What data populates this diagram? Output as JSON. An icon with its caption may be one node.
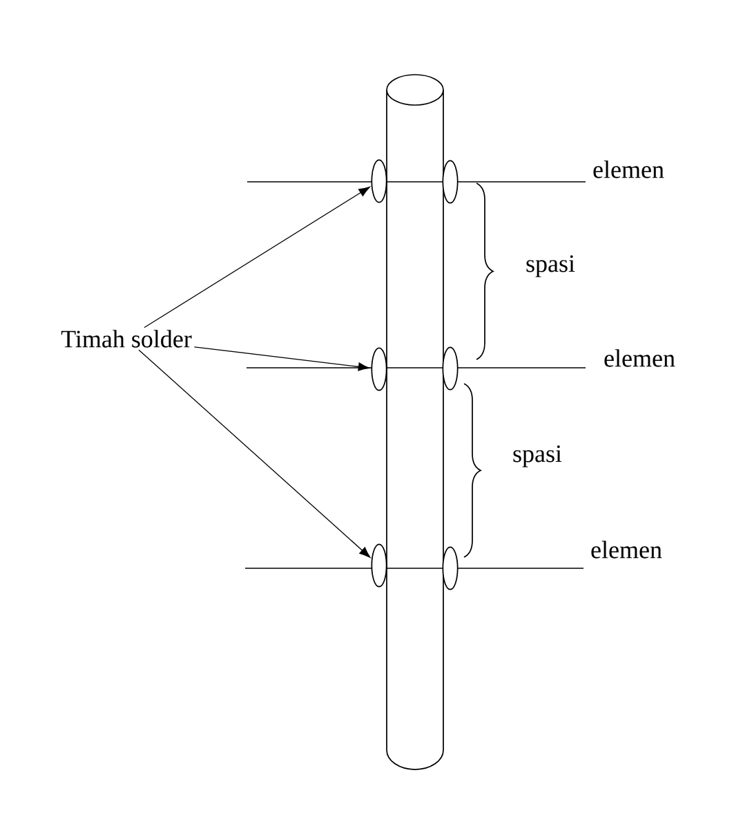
{
  "diagram": {
    "nodes": [
      {
        "text": [
          "Timah solder"
        ]
      },
      {
        "text": [],
        "shape": "bump"
      },
      {
        "text": [],
        "shape": "bump"
      },
      {
        "text": [],
        "shape": "bump"
      },
      {
        "text": [],
        "shape": "bump"
      },
      {
        "text": [],
        "shape": "bump"
      },
      {
        "text": [],
        "shape": "bump"
      }
    ],
    "edges": [
      {
        "from": 0,
        "to": 1,
        "arrow": "to"
      },
      {
        "from": 0,
        "to": 2,
        "arrow": "to"
      },
      {
        "from": 0,
        "to": 3,
        "arrow": "to"
      }
    ],
    "labels": [
      "elemen",
      "spasi",
      "elemen",
      "spasi",
      "elemen"
    ]
  }
}
